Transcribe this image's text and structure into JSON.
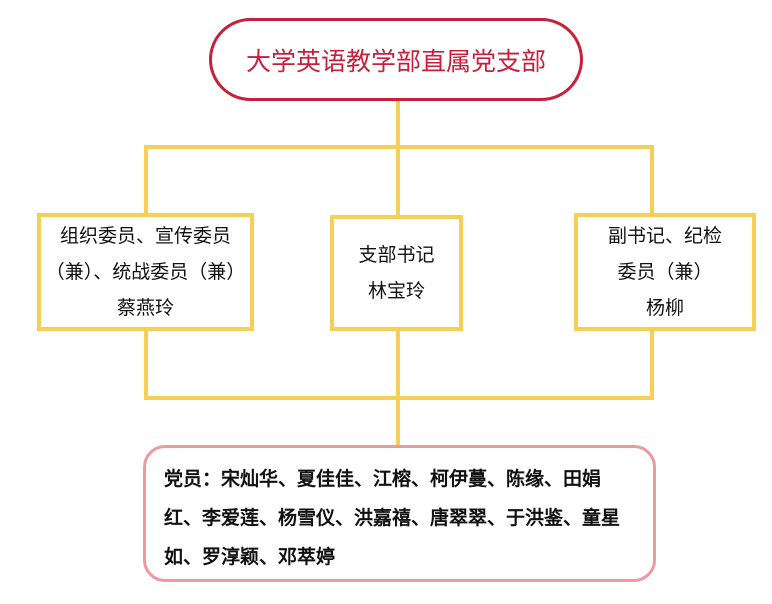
{
  "title": "大学英语教学部直属党支部",
  "colors": {
    "title": "#c8203a",
    "connector": "#f6cf57",
    "members_border": "#ec99a2"
  },
  "left_box": {
    "line1": "组织委员、宣传委员",
    "line2": "（兼）、统战委员（兼）",
    "name": "蔡燕玲"
  },
  "center_box": {
    "role": "支部书记",
    "name": "林宝玲"
  },
  "right_box": {
    "line1": "副书记、纪检",
    "line2": "委员（兼）",
    "name": "杨柳"
  },
  "members": {
    "text": "党员：宋灿华、夏佳佳、江榕、柯伊蔓、陈缘、田娟红、李爱莲、杨雪仪、洪嘉禧、唐翠翠、于洪鉴、童星如、罗淳颖、邓萃婷"
  }
}
